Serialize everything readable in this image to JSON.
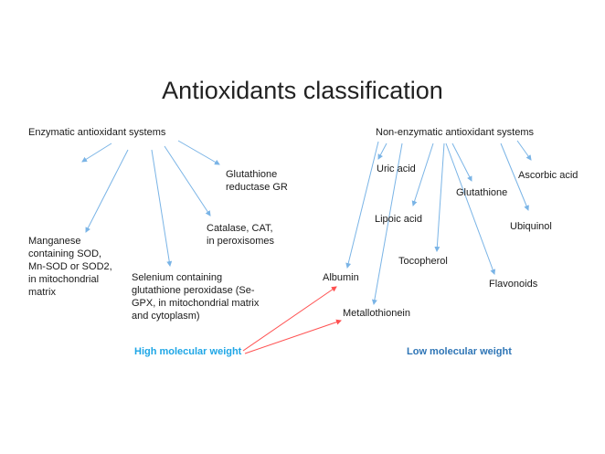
{
  "title": "Antioxidants classification",
  "enzymatic": {
    "heading": "Enzymatic antioxidant systems",
    "items": {
      "manganese_sod": "Manganese\ncontaining SOD,\nMn-SOD or SOD2,\nin mitochondrial\nmatrix",
      "se_gpx": "Selenium containing\nglutathione peroxidase (Se-\nGPX, in mitochondrial matrix\nand cytoplasm)",
      "catalase": "Catalase, CAT,\nin peroxisomes",
      "glutathione_reductase": "Glutathione\nreductase GR"
    }
  },
  "non_enzymatic": {
    "heading": "Non-enzymatic antioxidant systems",
    "items": {
      "uric_acid": "Uric acid",
      "ascorbic_acid": "Ascorbic acid",
      "glutathione": "Glutathione",
      "lipoic_acid": "Lipoic acid",
      "ubiquinol": "Ubiquinol",
      "tocopherol": "Tocopherol",
      "albumin": "Albumin",
      "flavonoids": "Flavonoids",
      "metallothionein": "Metallothionein"
    }
  },
  "categories": {
    "high_mw": "High molecular weight",
    "low_mw": "Low molecular weight"
  },
  "colors": {
    "connector": "#7ab4e6",
    "high_mw_arrow": "#ff5050",
    "high_mw_label": "#1ea6e6",
    "low_mw_label": "#2e75b6"
  }
}
